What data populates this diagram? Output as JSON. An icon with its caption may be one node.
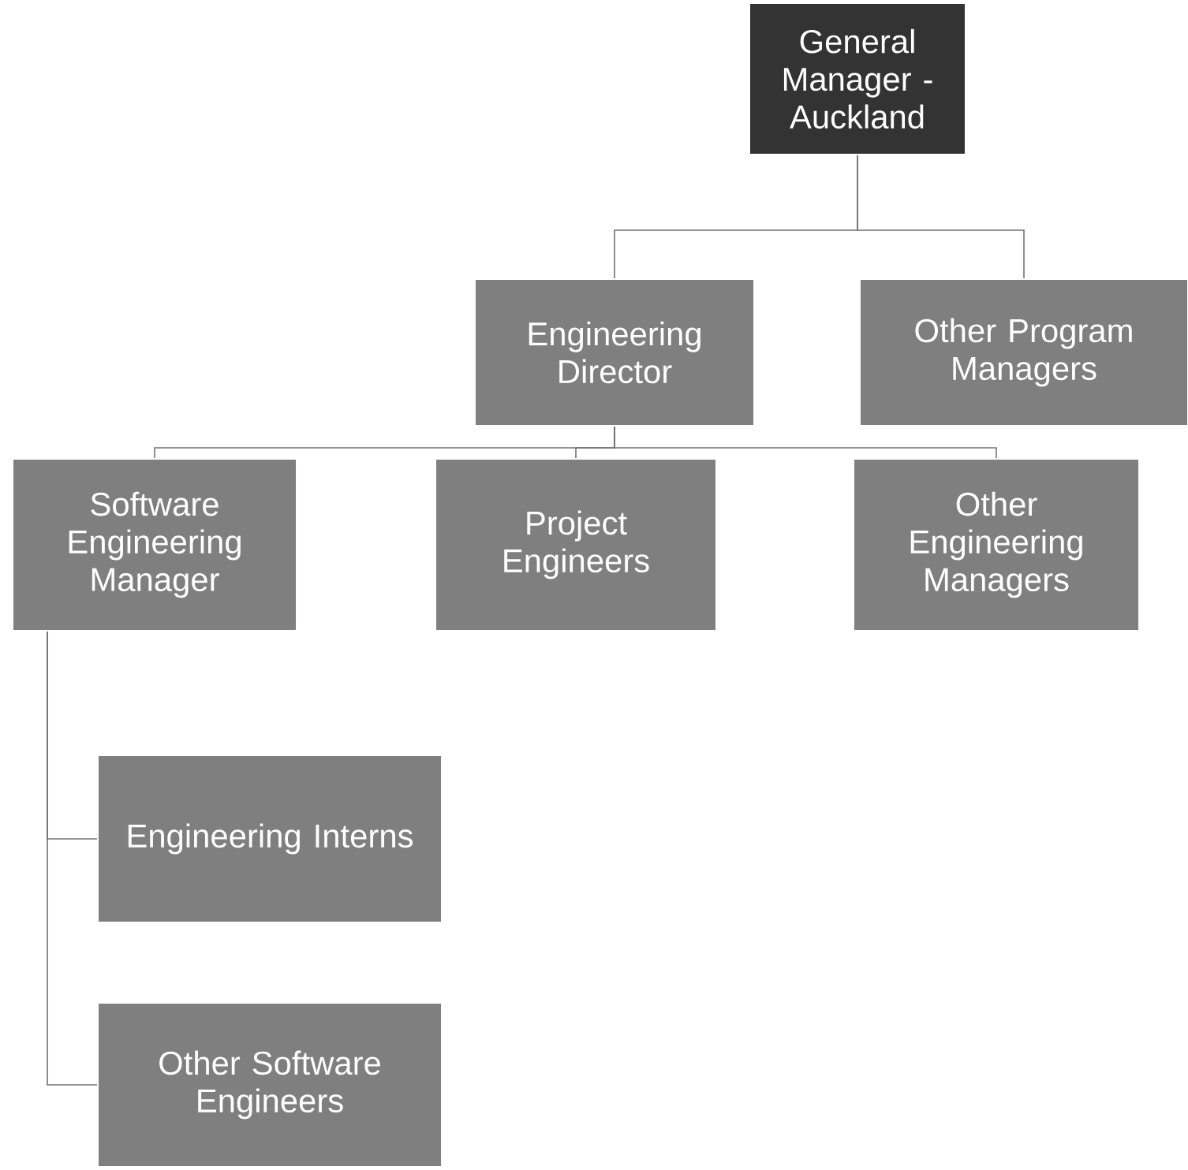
{
  "diagram": {
    "nodes": [
      {
        "text": [
          "General Manager - Auckland"
        ]
      },
      {
        "text": [
          "Engineering Director"
        ]
      },
      {
        "text": [
          "Other Program Managers"
        ]
      },
      {
        "text": [
          "Software Engineering Manager"
        ]
      },
      {
        "text": [
          "Project Engineers"
        ]
      },
      {
        "text": [
          "Other Engineering Managers"
        ]
      },
      {
        "text": [
          "Engineering Interns"
        ]
      },
      {
        "text": [
          "Other Software Engineers"
        ]
      }
    ],
    "edges": [
      {
        "from": 0,
        "to": 1,
        "arrow": "none"
      },
      {
        "from": 0,
        "to": 2,
        "arrow": "none"
      },
      {
        "from": 1,
        "to": 3,
        "arrow": "none"
      },
      {
        "from": 1,
        "to": 4,
        "arrow": "none"
      },
      {
        "from": 1,
        "to": 5,
        "arrow": "none"
      },
      {
        "from": 3,
        "to": 6,
        "arrow": "none"
      },
      {
        "from": 3,
        "to": 7,
        "arrow": "none"
      }
    ]
  }
}
